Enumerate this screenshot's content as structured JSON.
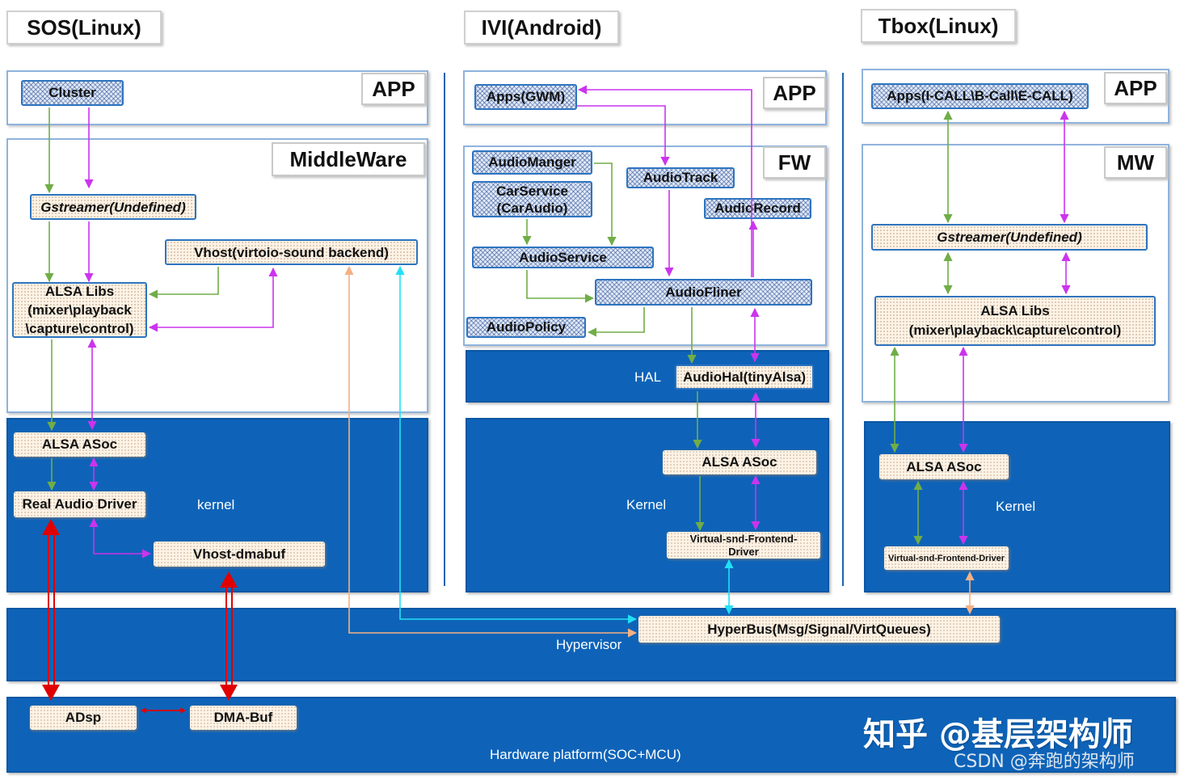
{
  "columns": {
    "sos": {
      "title": "SOS(Linux)"
    },
    "ivi": {
      "title": "IVI(Android)"
    },
    "tbox": {
      "title": "Tbox(Linux)"
    }
  },
  "layer_tags": {
    "sos_app": "APP",
    "sos_mw": "MiddleWare",
    "ivi_app": "APP",
    "ivi_fw": "FW",
    "tbox_app": "APP",
    "tbox_mw": "MW"
  },
  "sos": {
    "cluster": "Cluster",
    "gstreamer": "Gstreamer(Undefined)",
    "vhost_backend": "Vhost(virtoio-sound backend)",
    "alsa_libs_1": "ALSA Libs",
    "alsa_libs_2": "(mixer\\playback",
    "alsa_libs_3": "\\capture\\control)",
    "alsa_asoc": "ALSA ASoc",
    "real_audio_driver": "Real Audio Driver",
    "vhost_dmabuf": "Vhost-dmabuf",
    "kernel_label": "kernel"
  },
  "ivi": {
    "apps_gwm": "Apps(GWM)",
    "audio_manager": "AudioManger",
    "car_service_1": "CarService",
    "car_service_2": "(CarAudio)",
    "audio_track": "AudioTrack",
    "audio_record": "AudioRecord",
    "audio_service": "AudioService",
    "audio_fliner": "AudioFliner",
    "audio_policy": "AudioPolicy",
    "hal_label": "HAL",
    "audio_hal": "AudioHal(tinyAlsa)",
    "alsa_asoc": "ALSA ASoc",
    "virtual_snd_1": "Virtual-snd-Frontend-",
    "virtual_snd_2": "Driver",
    "kernel_label": "Kernel"
  },
  "tbox": {
    "apps": "Apps(I-CALL\\B-Call\\E-CALL)",
    "gstreamer": "Gstreamer(Undefined)",
    "alsa_libs_1": "ALSA Libs",
    "alsa_libs_2": "(mixer\\playback\\capture\\control)",
    "alsa_asoc": "ALSA ASoc",
    "virtual_snd": "Virtual-snd-Frontend-Driver",
    "kernel_label": "Kernel"
  },
  "hypervisor": {
    "hyperbus": "HyperBus(Msg/Signal/VirtQueues)",
    "label": "Hypervisor"
  },
  "hardware": {
    "adsp": "ADsp",
    "dma_buf": "DMA-Buf",
    "label": "Hardware platform(SOC+MCU)"
  },
  "watermark": {
    "zhihu": "知乎 @基层架构师",
    "csdn": "CSDN @奔跑的架构师"
  },
  "colors": {
    "green_arrow": "#70ad47",
    "purple_arrow": "#cc33ee",
    "cyan_arrow": "#22e0f5",
    "orange_arrow": "#f4b183",
    "red_arrow": "#e00000",
    "layer_blue": "#0e63b8"
  }
}
